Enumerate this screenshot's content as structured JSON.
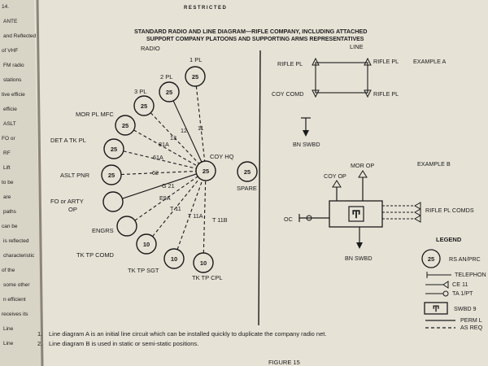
{
  "header": {
    "classification": "RESTRICTED",
    "left_page_number": "14",
    "left_page_heading": "ANTE"
  },
  "title": {
    "line1": "STANDARD RADIO AND LINE DIAGRAM—RIFLE COMPANY, INCLUDING ATTACHED",
    "line2": "SUPPORT COMPANY PLATOONS AND SUPPORTING ARMS REPRESENTATIVES"
  },
  "radio": {
    "section_label": "RADIO",
    "hub": {
      "label": "COY HQ",
      "value": "25"
    },
    "spare": {
      "label": "SPARE",
      "value": "25"
    },
    "stations": [
      {
        "name": "1 PL",
        "value": "25",
        "link": "11"
      },
      {
        "name": "2 PL",
        "value": "25",
        "link": "12"
      },
      {
        "name": "3 PL",
        "value": "25",
        "link": "13"
      },
      {
        "name": "MOR PL MFC",
        "value": "25",
        "link": "81A"
      },
      {
        "name": "DET A TK PL",
        "value": "25",
        "link": "61A"
      },
      {
        "name": "ASLT PNR",
        "value": "25",
        "link": "62"
      },
      {
        "name": "FO or ARTY OP",
        "value": "",
        "link": "G 21"
      },
      {
        "name": "ENGRS",
        "value": "",
        "link": "E9A"
      },
      {
        "name": "TK TP COMD",
        "value": "10",
        "link": "T 11"
      },
      {
        "name": "TK TP SGT",
        "value": "10",
        "link": "T 11A"
      },
      {
        "name": "TK TP CPL",
        "value": "10",
        "link": "T 11B"
      }
    ]
  },
  "line": {
    "section_label": "LINE",
    "example_a": {
      "label": "EXAMPLE A",
      "nodes": [
        "RIFLE PL",
        "RIFLE PL",
        "COY COMD",
        "RIFLE PL"
      ],
      "switchboard": "BN SWBD"
    },
    "example_b": {
      "label": "EXAMPLE B",
      "nodes": [
        "COY OP",
        "MOR OP",
        "OC",
        "RIFLE PL COMDS",
        "BN SWBD"
      ]
    }
  },
  "legend": {
    "title": "LEGEND",
    "items": [
      {
        "symbol": "25",
        "label": "RS AN/PRC"
      },
      {
        "symbol": "",
        "label": "TELEPHON"
      },
      {
        "symbol": "",
        "label": "CE 11"
      },
      {
        "symbol": "",
        "label": "TA 1/PT"
      },
      {
        "symbol": "",
        "label": "SWBD 9"
      },
      {
        "symbol": "",
        "label": "PERM L"
      },
      {
        "symbol": "",
        "label": "AS REQ"
      }
    ]
  },
  "notes": [
    {
      "num": "1.",
      "text": "Line diagram  A  is an initial line circuit which can be installed quickly to duplicate the company radio net."
    },
    {
      "num": "2.",
      "text": "Line diagram  B  is used in static or semi-static positions."
    }
  ],
  "figure_caption": "FIGURE 15",
  "left_page_fragments": [
    "14.",
    "ANTE",
    "and Reflected",
    "of VHF",
    "FM radio",
    "stations",
    "tive efficie",
    "efficie",
    "ASLT",
    "FO or",
    "RF",
    "Lift",
    "to be",
    "are",
    "paths",
    "can be",
    "is reflected",
    "characteristic",
    "of the",
    "some other",
    "n efficient",
    "receives its",
    "Line",
    "Line"
  ],
  "colors": {
    "paper": "#e6e2d6",
    "ink": "#1b1b1b",
    "shadow": "#3a2a1c"
  }
}
